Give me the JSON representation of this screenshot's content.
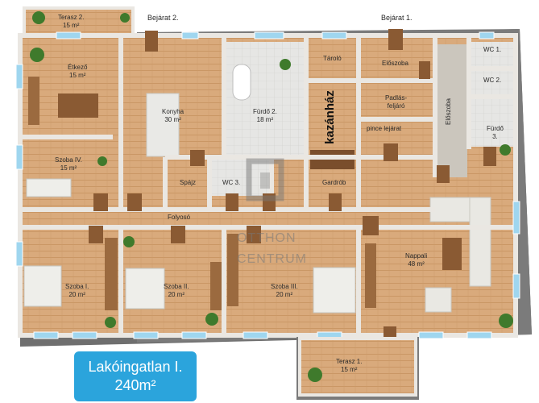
{
  "entrances": {
    "entry_2": "Bejárat 2.",
    "entry_1": "Bejárat 1."
  },
  "rooms": {
    "terasz2": {
      "name": "Terasz 2.",
      "area": "15 m²"
    },
    "etkezo": {
      "name": "Étkező",
      "area": "15 m²"
    },
    "konyha": {
      "name": "Konyha",
      "area": "30 m²"
    },
    "furdo2": {
      "name": "Fürdő 2.",
      "area": "18 m²"
    },
    "tarolo": {
      "name": "Tároló"
    },
    "eloszoba_top": {
      "name": "Előszoba"
    },
    "wc1": {
      "name": "WC 1."
    },
    "wc2": {
      "name": "WC 2."
    },
    "padlasfeljaro_1": {
      "name": "Padlás-"
    },
    "padlasfeljaro_2": {
      "name": "feljáró"
    },
    "eloszoba_side": {
      "name": "Előszoba"
    },
    "furdo3": {
      "name": "Fürdő",
      "area": "3."
    },
    "pince": {
      "name": "pince lejárat"
    },
    "kazanhaz": {
      "name": "kazánház"
    },
    "szoba4": {
      "name": "Szoba IV.",
      "area": "15 m²"
    },
    "spajz": {
      "name": "Spájz"
    },
    "wc3": {
      "name": "WC 3."
    },
    "gardrob": {
      "name": "Gardrób"
    },
    "folyoso": {
      "name": "Folyosó"
    },
    "nappali": {
      "name": "Nappali",
      "area": "48 m²"
    },
    "szoba1": {
      "name": "Szoba I.",
      "area": "20 m²"
    },
    "szoba2": {
      "name": "Szoba II.",
      "area": "20 m²"
    },
    "szoba3": {
      "name": "Szoba III.",
      "area": "20 m²"
    },
    "terasz1": {
      "name": "Terasz 1.",
      "area": "15 m²"
    }
  },
  "watermark": {
    "line1": "OTTHON",
    "line2": "CENTRUM"
  },
  "badge": {
    "line1": "Lakóingatlan I.",
    "line2": "240m²"
  },
  "colors": {
    "floor": "#d8a878",
    "floor_dark": "#c89462",
    "wall": "#eae7e2",
    "wall_shade": "#8c8a86",
    "tile": "#e4e4e2",
    "base": "#6f6f6f",
    "badge": "#2ba4dc",
    "window": "#9fd6ef"
  }
}
